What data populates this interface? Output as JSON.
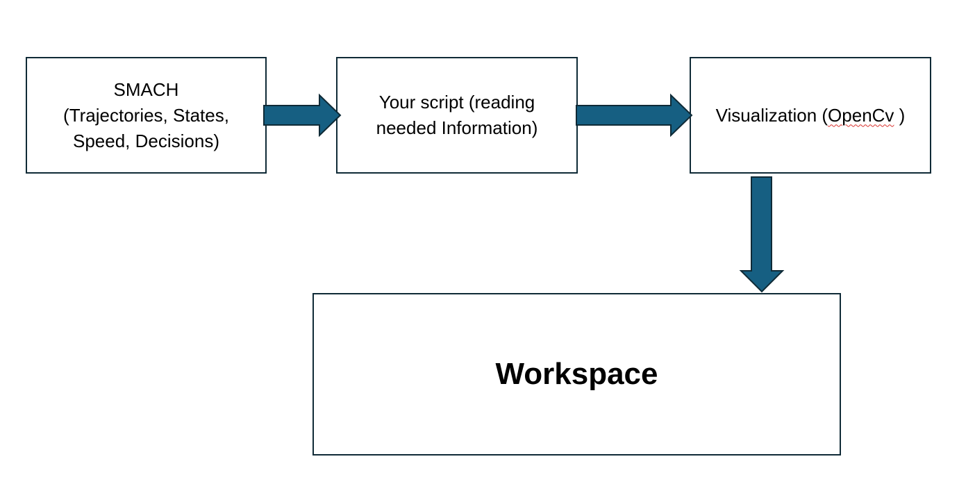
{
  "colors": {
    "arrow_fill": "#165f82",
    "arrow_stroke": "#0f2a36",
    "box_border": "#0f2a36",
    "spellcheck_underline": "#d9302c"
  },
  "nodes": {
    "smach": {
      "lines": [
        "SMACH",
        "(Trajectories, States,",
        "Speed, Decisions)"
      ]
    },
    "script": {
      "lines": [
        "Your script (reading",
        "needed Information)"
      ]
    },
    "visualization": {
      "prefix": "Visualization (",
      "flagged_word": "OpenCv",
      "suffix": " )"
    },
    "workspace": {
      "label": "Workspace"
    }
  },
  "edges": [
    {
      "from": "smach",
      "to": "script",
      "direction": "right"
    },
    {
      "from": "script",
      "to": "visualization",
      "direction": "right"
    },
    {
      "from": "visualization",
      "to": "workspace",
      "direction": "down"
    }
  ]
}
